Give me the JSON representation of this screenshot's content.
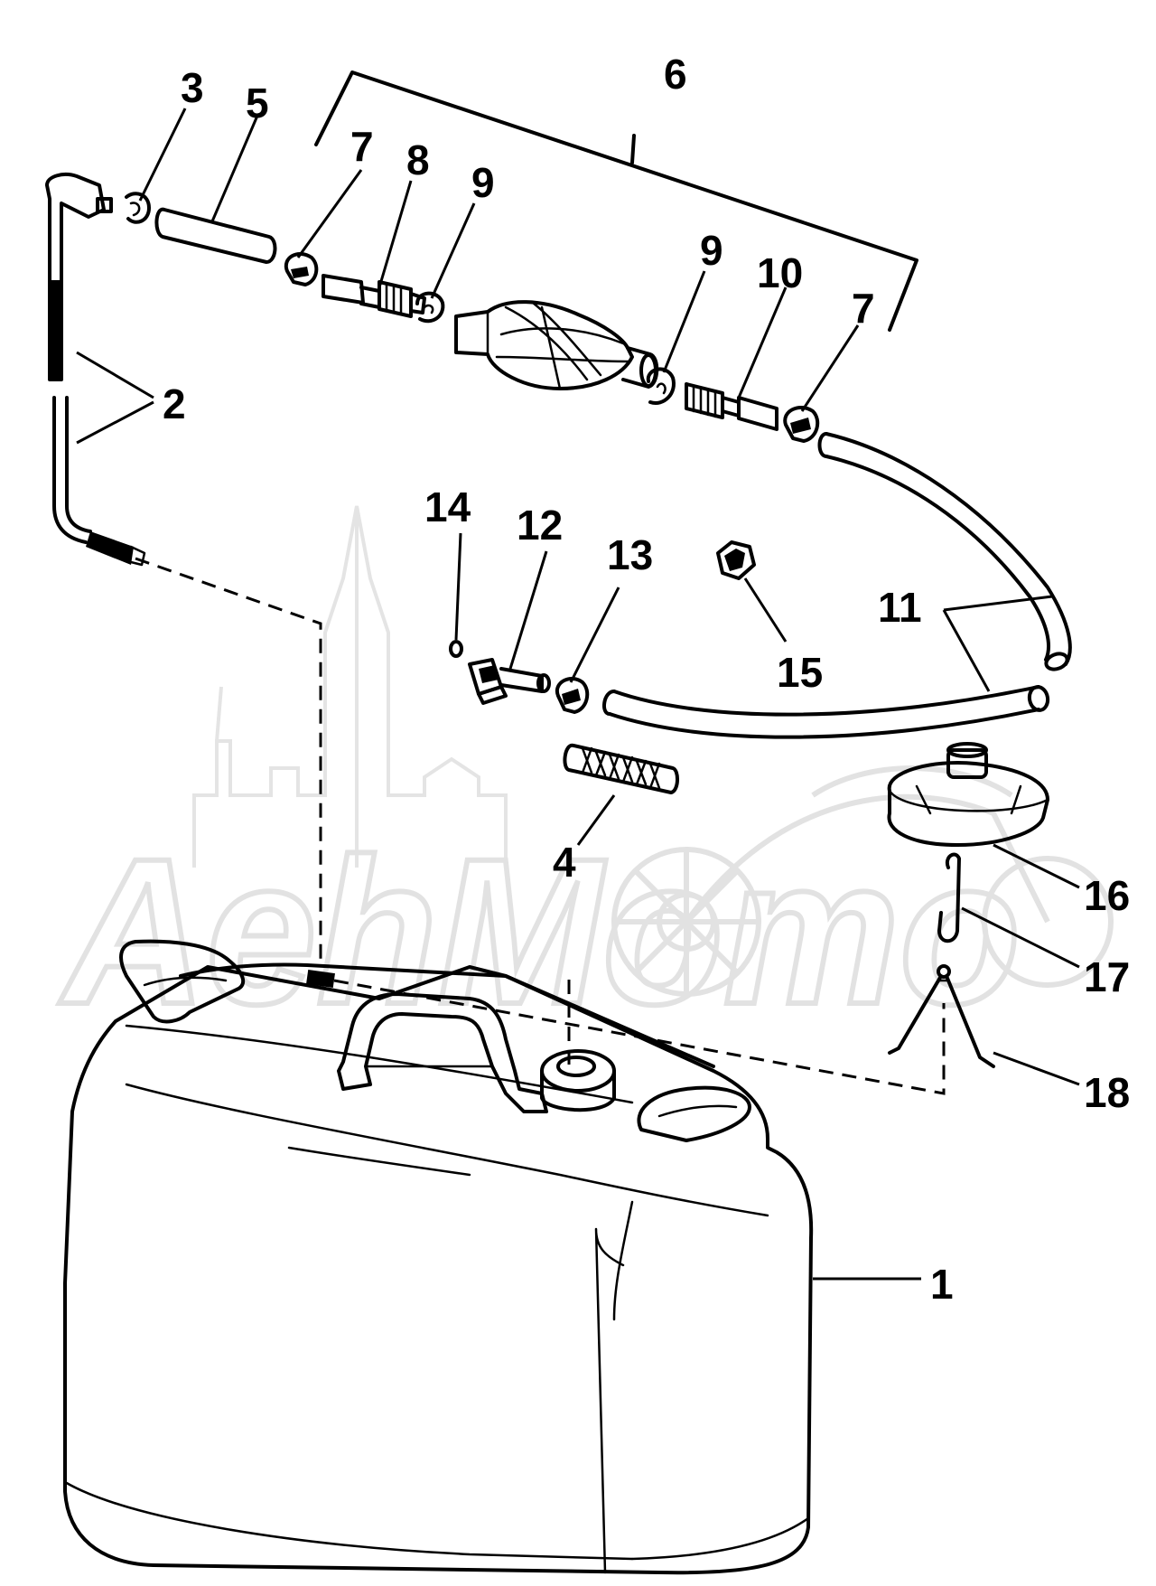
{
  "diagram": {
    "callouts": {
      "c1": "1",
      "c2": "2",
      "c3": "3",
      "c4": "4",
      "c5": "5",
      "c6": "6",
      "c7a": "7",
      "c7b": "7",
      "c8": "8",
      "c9a": "9",
      "c9b": "9",
      "c10": "10",
      "c11": "11",
      "c12": "12",
      "c13": "13",
      "c14": "14",
      "c15": "15",
      "c16": "16",
      "c17": "17",
      "c18": "18"
    },
    "watermark": {
      "text": "AehMomo"
    },
    "colors": {
      "ink": "#000000",
      "paper": "#ffffff",
      "watermark": "#e2e2e2"
    }
  }
}
